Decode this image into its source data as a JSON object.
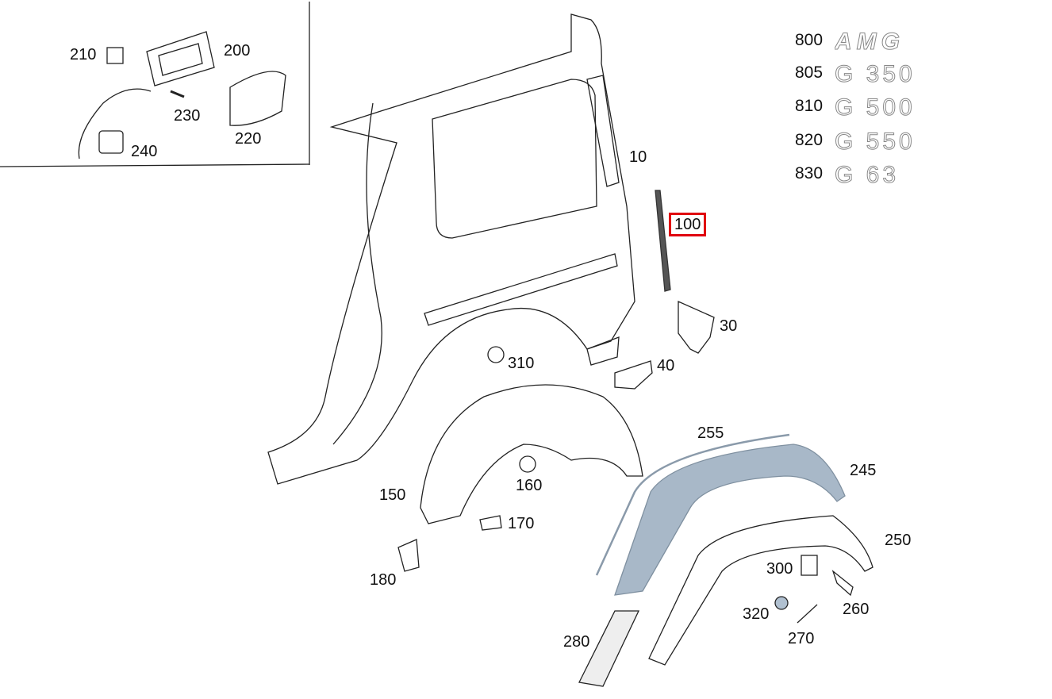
{
  "diagram": {
    "highlight_color": "#e0000f",
    "highlighted_part": "100",
    "callouts": [
      "210",
      "200",
      "230",
      "220",
      "240",
      "10",
      "100",
      "30",
      "310",
      "40",
      "255",
      "245",
      "150",
      "160",
      "170",
      "250",
      "300",
      "180",
      "260",
      "320",
      "270",
      "280"
    ],
    "emblems": [
      {
        "number": "800",
        "lettering": "AMG"
      },
      {
        "number": "805",
        "lettering": "G 350"
      },
      {
        "number": "810",
        "lettering": "G 500"
      },
      {
        "number": "820",
        "lettering": "G 550"
      },
      {
        "number": "830",
        "lettering": "G 63"
      }
    ]
  }
}
